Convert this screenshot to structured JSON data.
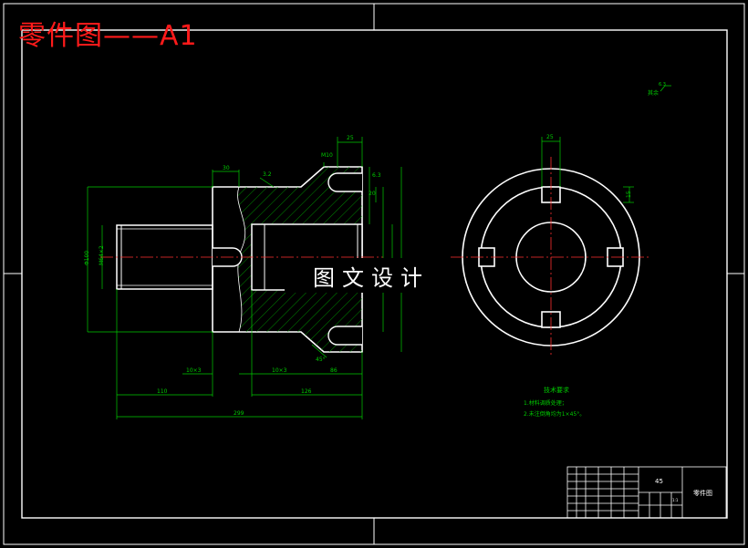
{
  "header": {
    "title": "零件图——A1"
  },
  "watermark": {
    "text": "图文设计"
  },
  "dimensions": {
    "d30": "30",
    "d25a": "25",
    "d20": "20",
    "m10": "M10",
    "chamfer": "3.2",
    "d6_3": "6.3",
    "d100": "Φ100",
    "m64x2": "M64×2",
    "d110": "110",
    "d126": "126",
    "d299": "299",
    "d10x3a": "10×3",
    "d10x3b": "10×3",
    "d86": "86",
    "angle45": "45°",
    "d25b": "25",
    "d15": "15",
    "rest": "其余"
  },
  "notes": {
    "title": "技术要求",
    "items": [
      "1.材料调质处理；",
      "2.未注倒角均为1×45°。"
    ]
  },
  "title_block": {
    "material": "45",
    "drawing_name": "零件图",
    "scale": "1:1"
  },
  "colors": {
    "outline": "#ffffff",
    "dimension": "#00cc00",
    "centerline": "#ff3030",
    "hatch": "#00aa00",
    "title": "#ff1a1a"
  }
}
